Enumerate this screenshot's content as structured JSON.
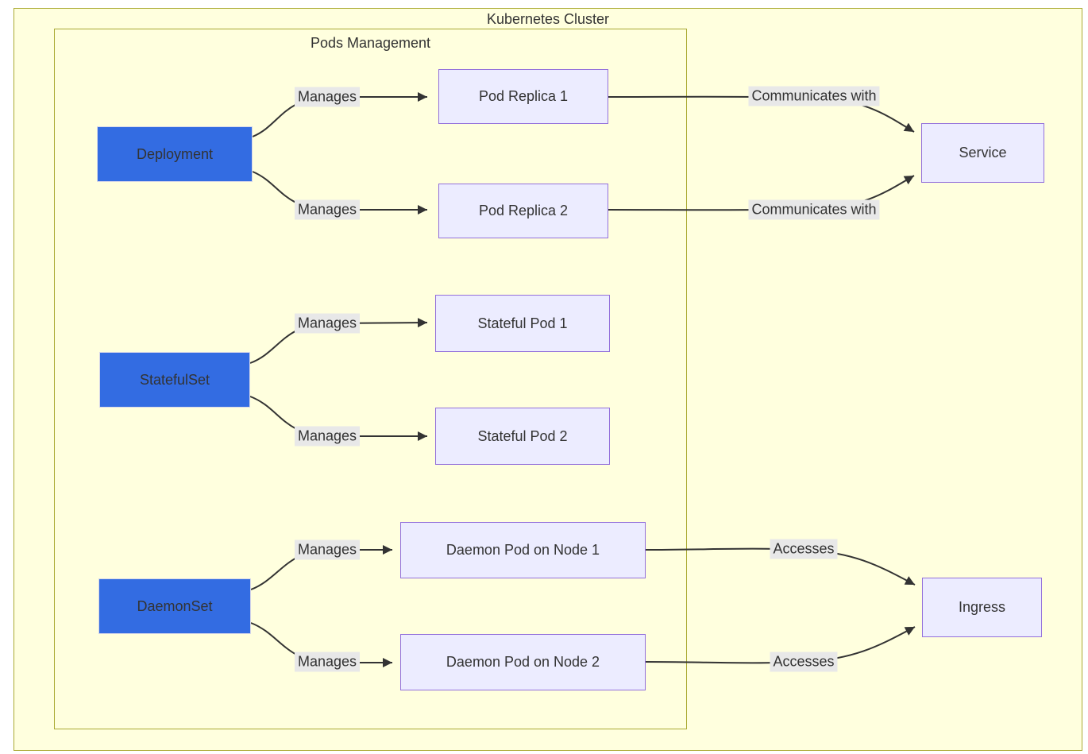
{
  "clusters": {
    "outer": {
      "label": "Kubernetes Cluster"
    },
    "inner": {
      "label": "Pods Management"
    }
  },
  "nodes": [
    {
      "id": "deployment",
      "label": "Deployment",
      "style": "blue"
    },
    {
      "id": "pod-replica-1",
      "label": "Pod Replica 1",
      "style": "lavender"
    },
    {
      "id": "pod-replica-2",
      "label": "Pod Replica 2",
      "style": "lavender"
    },
    {
      "id": "service",
      "label": "Service",
      "style": "lavender"
    },
    {
      "id": "statefulset",
      "label": "StatefulSet",
      "style": "blue"
    },
    {
      "id": "stateful-pod-1",
      "label": "Stateful Pod 1",
      "style": "lavender"
    },
    {
      "id": "stateful-pod-2",
      "label": "Stateful Pod 2",
      "style": "lavender"
    },
    {
      "id": "daemonset",
      "label": "DaemonSet",
      "style": "blue"
    },
    {
      "id": "daemon-pod-node-1",
      "label": "Daemon Pod on Node 1",
      "style": "lavender"
    },
    {
      "id": "daemon-pod-node-2",
      "label": "Daemon Pod on Node 2",
      "style": "lavender"
    },
    {
      "id": "ingress",
      "label": "Ingress",
      "style": "lavender"
    }
  ],
  "edges": [
    {
      "from": "deployment",
      "to": "pod-replica-1",
      "label": "Manages"
    },
    {
      "from": "deployment",
      "to": "pod-replica-2",
      "label": "Manages"
    },
    {
      "from": "pod-replica-1",
      "to": "service",
      "label": "Communicates with"
    },
    {
      "from": "pod-replica-2",
      "to": "service",
      "label": "Communicates with"
    },
    {
      "from": "statefulset",
      "to": "stateful-pod-1",
      "label": "Manages"
    },
    {
      "from": "statefulset",
      "to": "stateful-pod-2",
      "label": "Manages"
    },
    {
      "from": "daemonset",
      "to": "daemon-pod-node-1",
      "label": "Manages"
    },
    {
      "from": "daemonset",
      "to": "daemon-pod-node-2",
      "label": "Manages"
    },
    {
      "from": "daemon-pod-node-1",
      "to": "ingress",
      "label": "Accesses"
    },
    {
      "from": "daemon-pod-node-2",
      "to": "ingress",
      "label": "Accesses"
    }
  ],
  "colors": {
    "node_blue_fill": "#336ce2",
    "node_lavender_fill": "#ececff",
    "node_purple_border": "#9370db",
    "cluster_fill": "#ffffde",
    "cluster_border": "#aaaa33",
    "edge_line": "#333333",
    "edge_label_bg": "#e8e8e8",
    "text": "#333333",
    "page_bg": "#ffffff"
  }
}
